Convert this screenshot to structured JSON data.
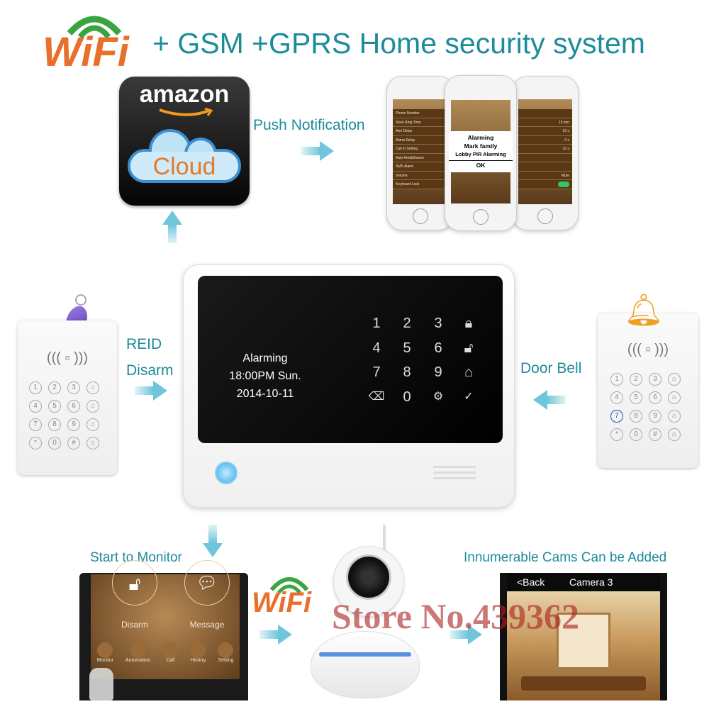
{
  "header": {
    "logo_text": "WiFi",
    "title": "+ GSM +GPRS Home security system"
  },
  "cloud": {
    "brand": "amazon",
    "label": "Cloud"
  },
  "push": {
    "label": "Push Notification"
  },
  "app_dialog": {
    "line1": "Alarming",
    "line2": "Mark family",
    "line3": "Lobby PIR Alarming",
    "ok": "OK"
  },
  "app_settings": [
    "Phone Number",
    "Siren Ring Time",
    "Arm Delay",
    "Alarm Delay",
    "Call In Setting",
    "Auto Arm&Disarm",
    "SMS Alarm",
    "Volume",
    "Keyboard Lock"
  ],
  "app_settings_values": [
    "",
    "15 min",
    "10 s",
    "0 s",
    "10 s",
    "",
    "",
    "Mute",
    ""
  ],
  "panel": {
    "screen_lines": [
      "Alarming",
      "18:00PM Sun.",
      "2014-10-11"
    ],
    "keys": [
      "1",
      "2",
      "3",
      "4",
      "5",
      "6",
      "7",
      "8",
      "9",
      "0"
    ]
  },
  "left_keypad": {
    "label1": "REID",
    "label2": "Disarm",
    "keys": [
      "1",
      "2",
      "3",
      "⌂",
      "4",
      "5",
      "6",
      "⌂",
      "7",
      "8",
      "9",
      "⌂",
      "*",
      "0",
      "#",
      "⌂"
    ]
  },
  "right_keypad": {
    "label": "Door Bell",
    "keys": [
      "1",
      "2",
      "3",
      "⌂",
      "4",
      "5",
      "6",
      "⌂",
      "7",
      "8",
      "9",
      "⌂",
      "*",
      "0",
      "#",
      "⌂"
    ]
  },
  "monitor": {
    "label": "Start to Monitor",
    "disarm": "Disarm",
    "message": "Message",
    "tabs": [
      "Monitor",
      "Autumation",
      "Call",
      "History",
      "Setting"
    ]
  },
  "wifi_small": {
    "logo_text": "WiFi"
  },
  "cams": {
    "label": "Innumerable Cams Can be Added",
    "back": "<Back",
    "camera": "Camera 3"
  },
  "watermark": "Store No.439362",
  "colors": {
    "teal": "#1d8c9a",
    "arrow": "#6fc6dc",
    "wifi_orange": "#e8702a",
    "wifi_green": "#3aa540"
  }
}
